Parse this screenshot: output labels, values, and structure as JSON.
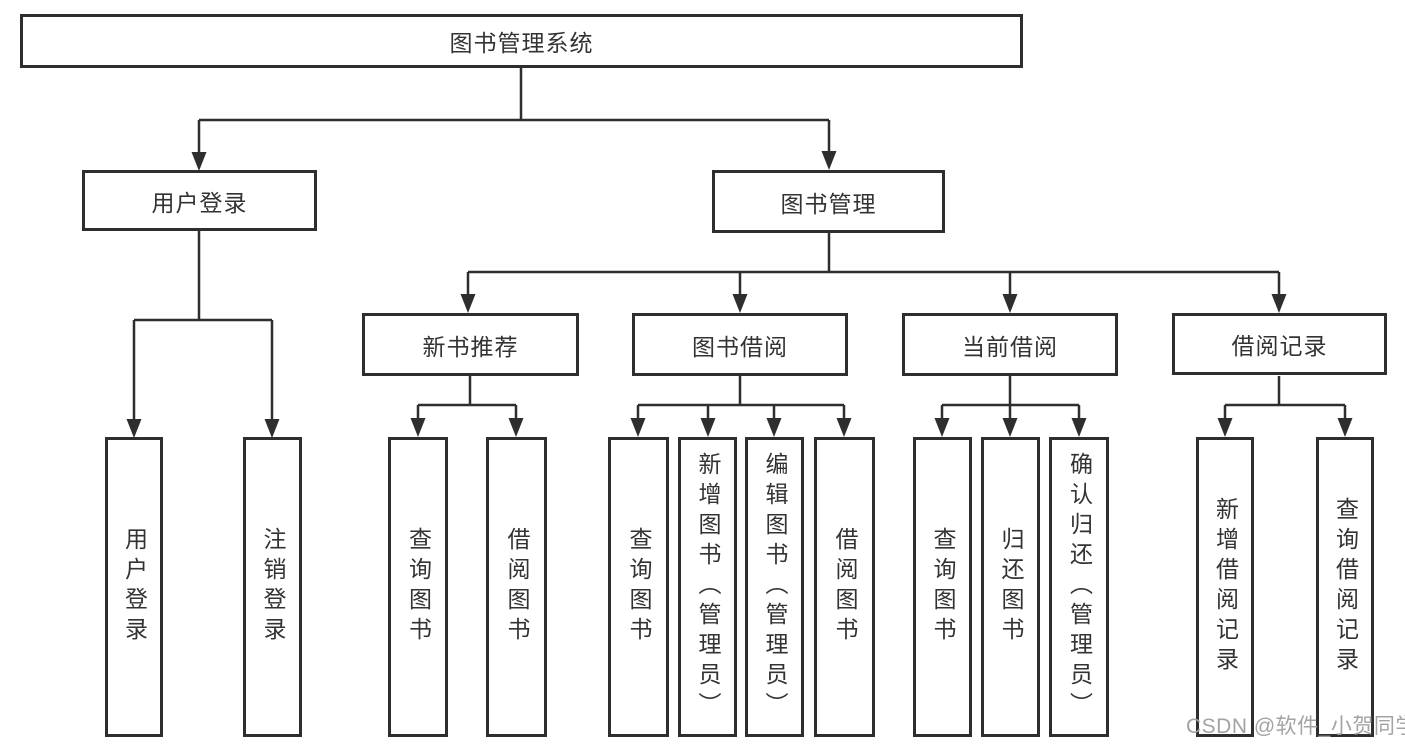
{
  "diagram_title": "图书管理系统",
  "colors": {
    "line": "#2e2e2e",
    "text": "#333333",
    "background": "#ffffff",
    "watermark": "#9e9e9e"
  },
  "nodes": {
    "root": {
      "label": "图书管理系统",
      "children": [
        "user_login",
        "book_mgmt"
      ]
    },
    "user_login": {
      "label": "用户登录",
      "children": [
        "leaf_user_login",
        "leaf_logout"
      ]
    },
    "book_mgmt": {
      "label": "图书管理",
      "children": [
        "new_book_rec",
        "book_borrow",
        "current_borrow",
        "borrow_records"
      ]
    },
    "new_book_rec": {
      "label": "新书推荐",
      "children": [
        "nb_query",
        "nb_borrow"
      ]
    },
    "book_borrow": {
      "label": "图书借阅",
      "children": [
        "bb_query",
        "bb_add",
        "bb_edit",
        "bb_borrow"
      ]
    },
    "current_borrow": {
      "label": "当前借阅",
      "children": [
        "cb_query",
        "cb_return",
        "cb_confirm"
      ]
    },
    "borrow_records": {
      "label": "借阅记录",
      "children": [
        "br_add",
        "br_query"
      ]
    },
    "leaf_user_login": {
      "label": "用户登录"
    },
    "leaf_logout": {
      "label": "注销登录"
    },
    "nb_query": {
      "label": "查询图书"
    },
    "nb_borrow": {
      "label": "借阅图书"
    },
    "bb_query": {
      "label": "查询图书"
    },
    "bb_add": {
      "label": "新增图书（管理员）"
    },
    "bb_edit": {
      "label": "编辑图书（管理员）"
    },
    "bb_borrow": {
      "label": "借阅图书"
    },
    "cb_query": {
      "label": "查询图书"
    },
    "cb_return": {
      "label": "归还图书"
    },
    "cb_confirm": {
      "label": "确认归还（管理员）"
    },
    "br_add": {
      "label": "新增借阅记录"
    },
    "br_query": {
      "label": "查询借阅记录"
    }
  },
  "watermark": {
    "text": "CSDN @软件_小贺同学"
  }
}
